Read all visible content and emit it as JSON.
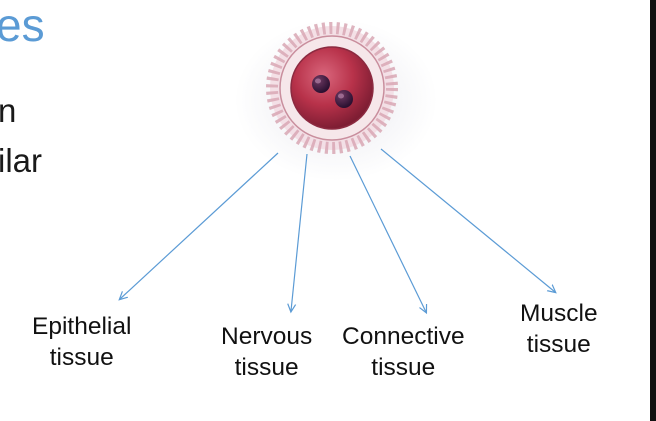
{
  "slide": {
    "title_fragment": "es",
    "body_lines": [
      "n",
      "ilar"
    ]
  },
  "diagram": {
    "tissues": [
      {
        "line1": "Epithelial",
        "line2": "tissue"
      },
      {
        "line1": "Nervous",
        "line2": "tissue"
      },
      {
        "line1": "Connective",
        "line2": "tissue"
      },
      {
        "line1": "Muscle",
        "line2": "tissue"
      }
    ]
  },
  "colors": {
    "title": "#5b9bd5",
    "arrow": "#5b9bd5",
    "cell_body": "#b8324a",
    "cell_halo": "#e8c7cf"
  }
}
